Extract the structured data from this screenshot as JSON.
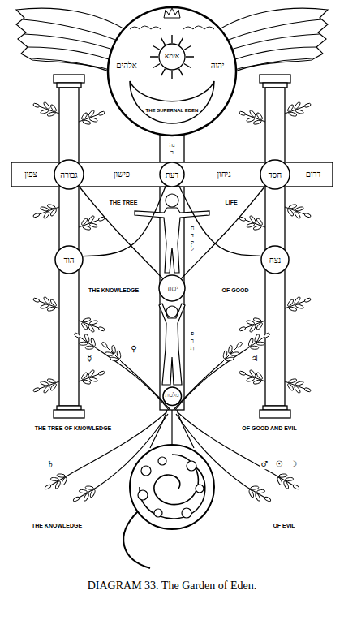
{
  "diagram": {
    "caption": "DIAGRAM 33. The Garden of Eden.",
    "nodes": [
      {
        "text": [
          "אלהים",
          "אימא",
          "יהוה",
          "THE SUPERNAL EDEN"
        ]
      },
      {
        "text": [
          "גבורה"
        ]
      },
      {
        "text": [
          "דעת"
        ]
      },
      {
        "text": [
          "חסד"
        ]
      },
      {
        "text": [
          "הוד"
        ]
      },
      {
        "text": [
          "נצח"
        ]
      },
      {
        "text": [
          "יסוד"
        ]
      },
      {
        "text": [
          "מלכות"
        ]
      }
    ],
    "edges": [
      {
        "from": 2,
        "to": 4,
        "arrow": "none"
      },
      {
        "from": 2,
        "to": 5,
        "arrow": "none"
      },
      {
        "from": 6,
        "to": 1,
        "arrow": "none"
      },
      {
        "from": 6,
        "to": 3,
        "arrow": "none"
      }
    ],
    "labels": [
      "נהר",
      "צפון",
      "פישון",
      "גיחון",
      "דרום",
      "THE TREE",
      "LIFE",
      "חדקל",
      "THE KNOWLEDGE",
      "OF GOOD",
      "פרת",
      "☿",
      "♀",
      "♃",
      "THE TREE OF KNOWLEDGE",
      "OF GOOD AND EVIL",
      "♄",
      "♂",
      "☉",
      "☽",
      "THE KNOWLEDGE",
      "OF EVIL"
    ]
  }
}
